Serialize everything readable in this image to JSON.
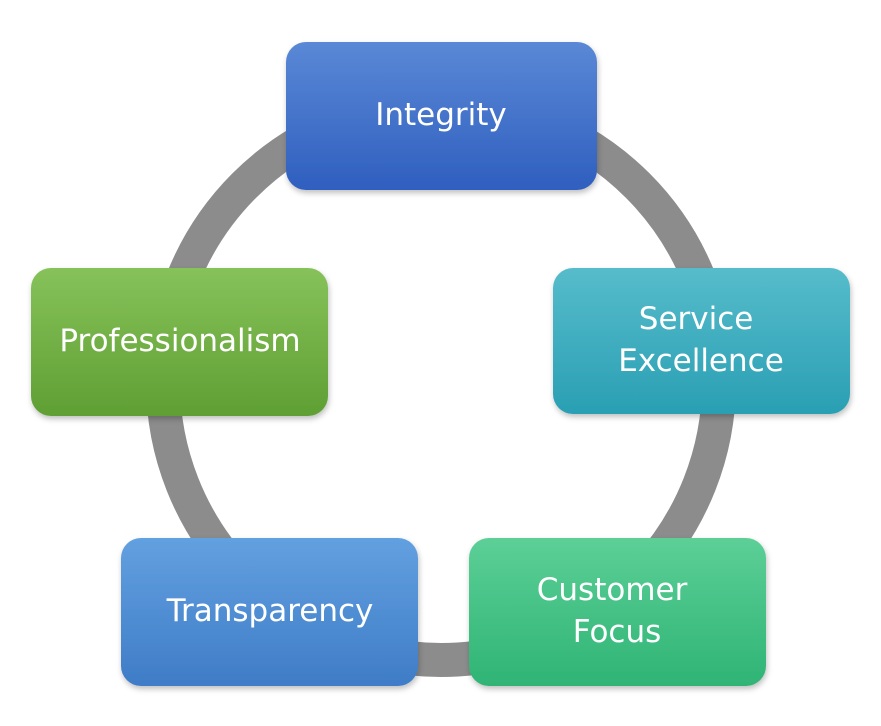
{
  "diagram": {
    "type": "cycle",
    "nodes": [
      {
        "id": "integrity",
        "lines": [
          "Integrity"
        ],
        "color_top": "#5a88d6",
        "color_bottom": "#2f5fbf"
      },
      {
        "id": "service-excellence",
        "lines": [
          "Service",
          "Excellence"
        ],
        "color_top": "#56bccb",
        "color_bottom": "#2a9fb3"
      },
      {
        "id": "customer-focus",
        "lines": [
          "Customer",
          "Focus"
        ],
        "color_top": "#5ccf97",
        "color_bottom": "#2fb475"
      },
      {
        "id": "transparency",
        "lines": [
          "Transparency"
        ],
        "color_top": "#62a0e0",
        "color_bottom": "#3f7cc7"
      },
      {
        "id": "professionalism",
        "lines": [
          "Professionalism"
        ],
        "color_top": "#86c25a",
        "color_bottom": "#5f9f33"
      }
    ],
    "ring_color": "#8c8c8c"
  }
}
